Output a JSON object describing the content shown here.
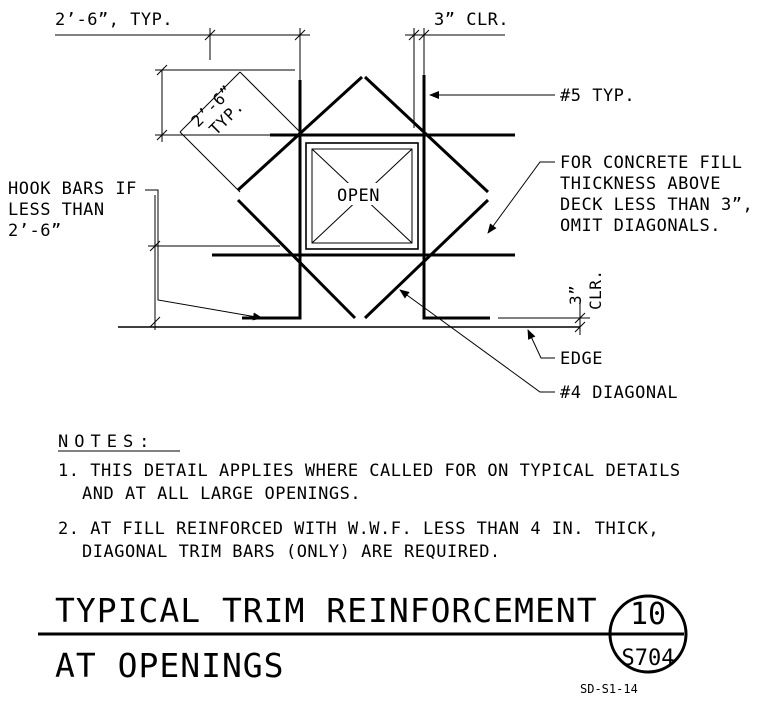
{
  "diagram": {
    "dim_spacing_typ": "2’-6”, TYP.",
    "dim_clear_top": "3” CLR.",
    "dim_diag_value": "2’-6”",
    "dim_diag_typ": "TYP.",
    "bar_typ_label": "#5 TYP.",
    "opening_label": "OPEN",
    "hook_note": [
      "HOOK BARS IF",
      "LESS THAN",
      "2’-6”"
    ],
    "concrete_note": [
      "FOR CONCRETE FILL",
      "THICKNESS ABOVE",
      "DECK LESS THAN 3”,",
      "OMIT DIAGONALS."
    ],
    "dim_clear_side_value": "3”",
    "dim_clear_side_unit": "CLR.",
    "edge_label": "EDGE",
    "diagonal_label": "#4 DIAGONAL"
  },
  "notes": {
    "heading": "NOTES:",
    "items": [
      [
        "1. THIS DETAIL APPLIES WHERE CALLED FOR ON TYPICAL DETAILS",
        "AND AT ALL LARGE OPENINGS."
      ],
      [
        "2. AT FILL REINFORCED WITH W.W.F. LESS THAN 4 IN. THICK,",
        "DIAGONAL TRIM BARS (ONLY) ARE REQUIRED."
      ]
    ]
  },
  "title_block": {
    "title_line1": "TYPICAL TRIM REINFORCEMENT",
    "title_line2": "AT OPENINGS",
    "detail_number": "10",
    "sheet_number": "S704",
    "drawing_ref": "SD-S1-14"
  }
}
